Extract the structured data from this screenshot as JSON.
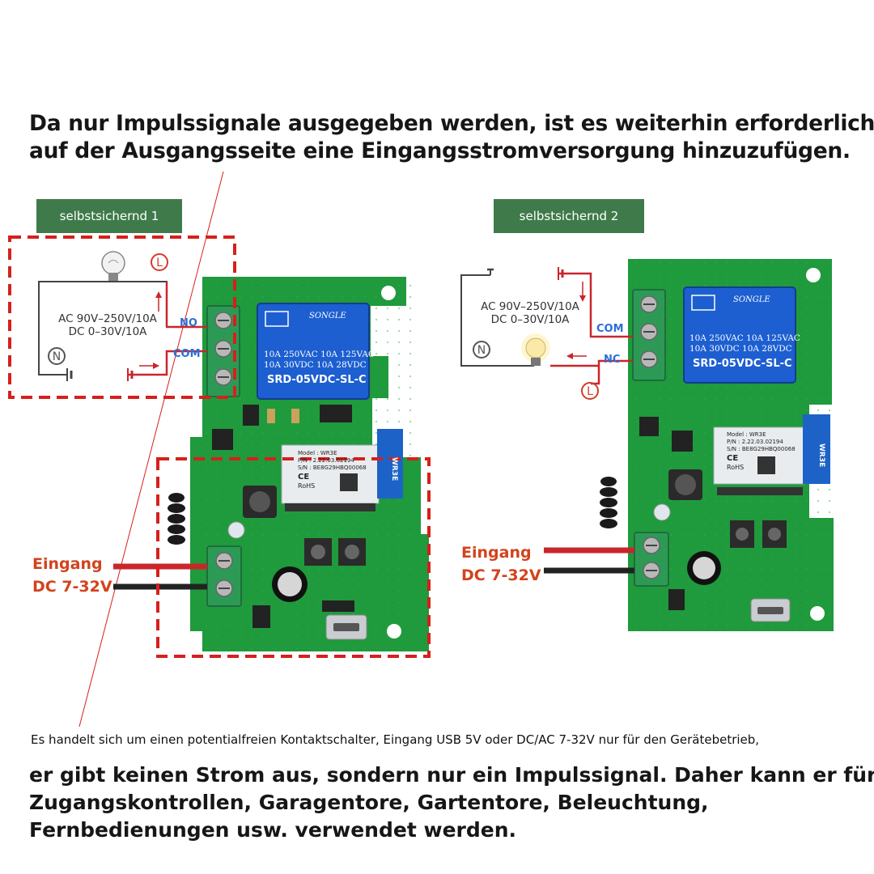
{
  "headline": {
    "line1": "Da nur Impulssignale ausgegeben werden, ist es weiterhin erforderlich,",
    "line2": "auf der Ausgangsseite eine Eingangsstromversorgung hinzuzufügen."
  },
  "diagram1": {
    "tag": "selbstsichernd 1",
    "supply_line1": "AC 90V–250V/10A",
    "supply_line2": "DC 0–30V/10A",
    "terminal_top": "NO",
    "terminal_bottom": "COM",
    "live_symbol": "L",
    "neutral_symbol": "N",
    "input_label": "Eingang",
    "input_voltage": "DC 7-32V"
  },
  "diagram2": {
    "tag": "selbstsichernd 2",
    "supply_line1": "AC 90V–250V/10A",
    "supply_line2": "DC 0–30V/10A",
    "terminal_top": "COM",
    "terminal_bottom": "NC",
    "live_symbol": "L",
    "neutral_symbol": "N",
    "input_label": "Eingang",
    "input_voltage": "DC 7-32V"
  },
  "relay": {
    "brand": "SONGLE",
    "rating1": "10A 250VAC  10A 125VAC",
    "rating2": "10A  30VDC  10A  28VDC",
    "model": "SRD-05VDC-SL-C"
  },
  "module": {
    "model": "Model : WR3E",
    "pn": "P/N : 2.22.03.02194",
    "sn": "S/N : BE8G29HBQ00068",
    "ce": "CE",
    "rohs": "RoHS",
    "antenna_label": "WR3E"
  },
  "note": "Es handelt sich um einen potentialfreien Kontaktschalter, Eingang USB 5V oder DC/AC 7-32V nur für den Gerätebetrieb,",
  "bottom": {
    "line1": "er gibt keinen Strom aus, sondern nur ein Impulssignal. Daher kann er für",
    "line2": "Zugangskontrollen, Garagentore, Gartentore, Beleuchtung,",
    "line3": "Fernbedienungen usw. verwendet werden."
  },
  "colors": {
    "pcb": "#1f9a3c",
    "relay": "#1d5fd1",
    "terminal": "#2c9a55",
    "dashed": "#d6201c",
    "tag": "#3f7a4a",
    "label_red": "#d2431d",
    "label_blue": "#2b6fd6"
  },
  "icons": [
    "bulb-icon",
    "arrow-icon",
    "live-icon",
    "neutral-icon"
  ]
}
